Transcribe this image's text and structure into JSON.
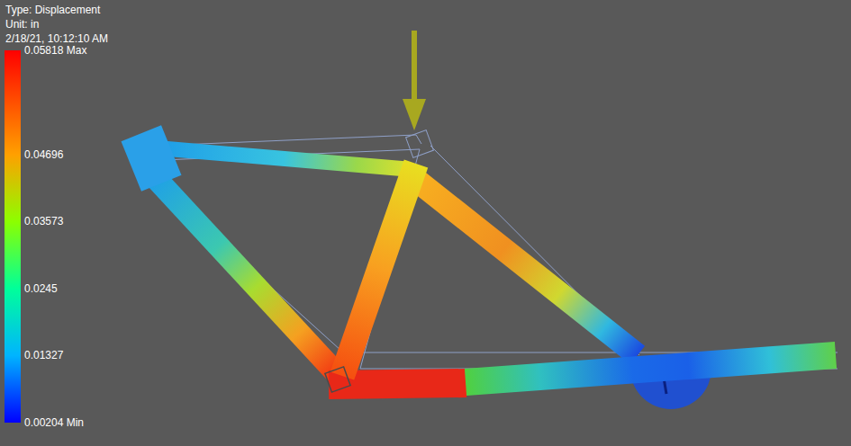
{
  "diagram": {
    "labels": [
      "Type: Displacement",
      "Unit: in",
      "2/18/21, 10:12:10 AM"
    ],
    "legend": [
      {
        "text": "0.05818 Max",
        "color": "#ff0000"
      },
      {
        "text": "0.04696",
        "color": "#ffa000"
      },
      {
        "text": "0.03573",
        "color": "#8cff00"
      },
      {
        "text": "0.0245",
        "color": "#00ff9a"
      },
      {
        "text": "0.01327",
        "color": "#00b4ff"
      },
      {
        "text": "0.00204 Min",
        "color": "#0000ff"
      }
    ]
  }
}
